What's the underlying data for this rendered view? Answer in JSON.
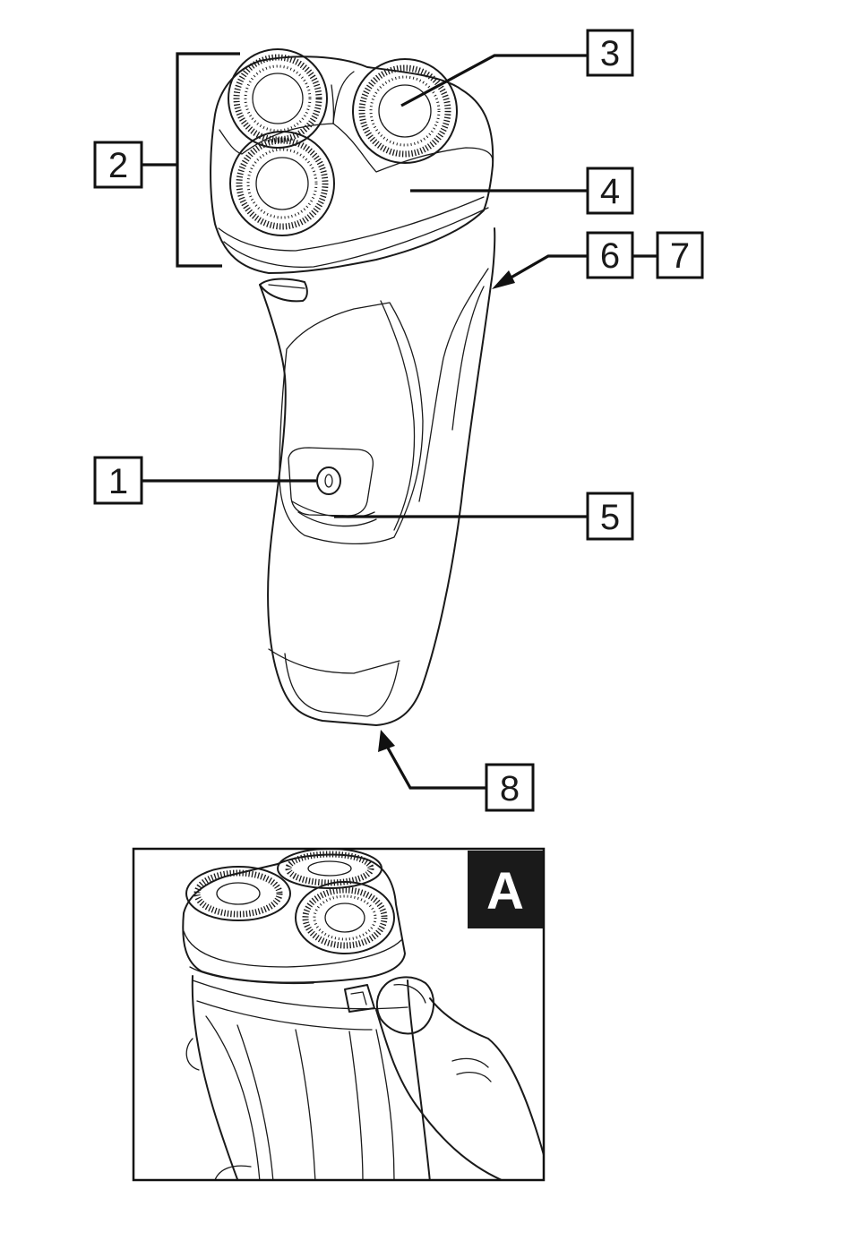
{
  "labels": {
    "l1": "1",
    "l2": "2",
    "l3": "3",
    "l4": "4",
    "l5": "5",
    "l6": "6",
    "l7": "7",
    "l8": "8"
  },
  "inset": {
    "label": "A"
  },
  "colors": {
    "line": "#1a1a1a",
    "inset_tag_background": "#1a1a1a",
    "background": "#ffffff"
  }
}
